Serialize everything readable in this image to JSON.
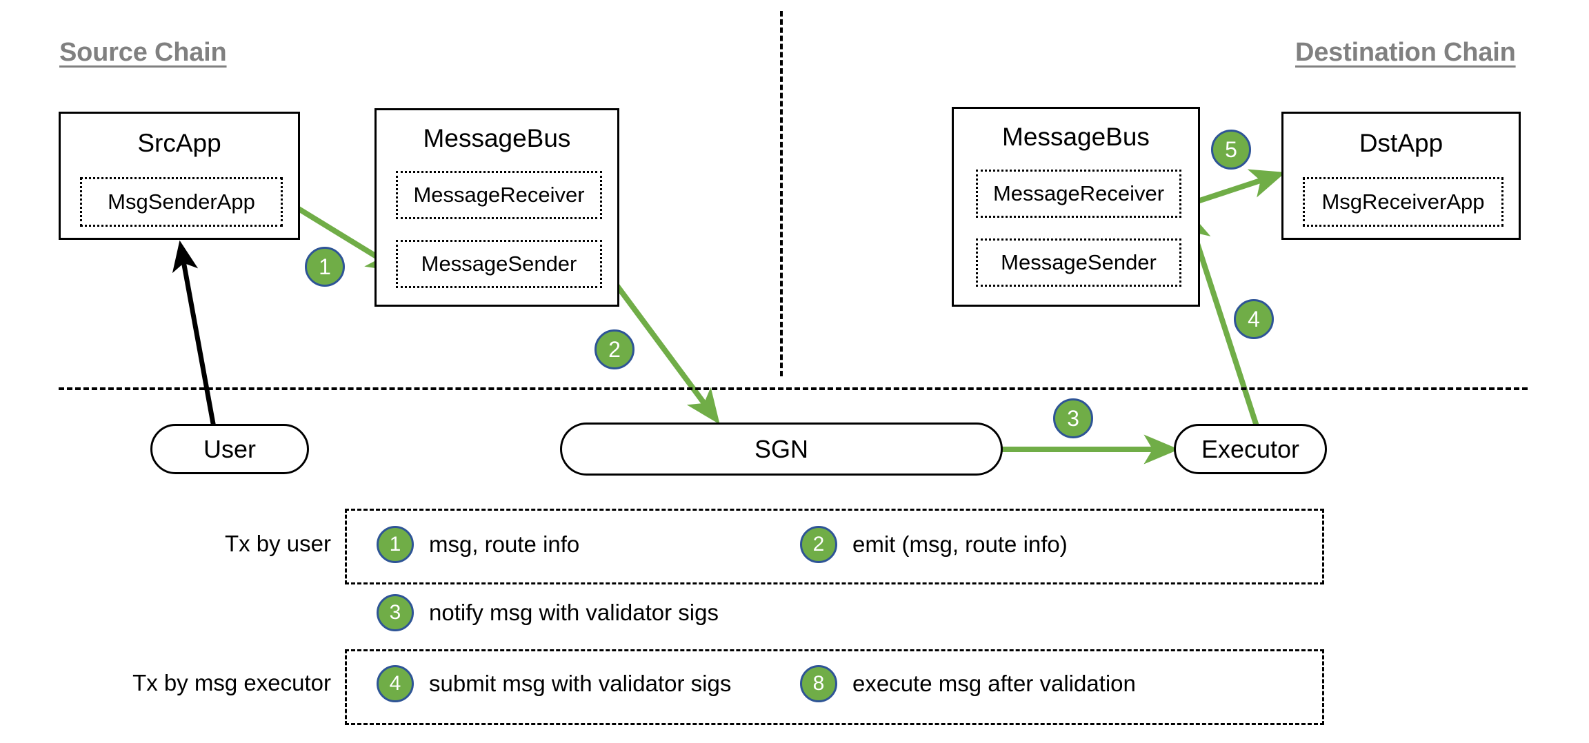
{
  "chains": {
    "source_label": "Source Chain",
    "destination_label": "Destination Chain"
  },
  "nodes": {
    "src_app": {
      "title": "SrcApp",
      "inner": [
        "MsgSenderApp"
      ]
    },
    "src_message_bus": {
      "title": "MessageBus",
      "inner": [
        "MessageReceiver",
        "MessageSender"
      ]
    },
    "dst_message_bus": {
      "title": "MessageBus",
      "inner": [
        "MessageReceiver",
        "MessageSender"
      ]
    },
    "dst_app": {
      "title": "DstApp",
      "inner": [
        "MsgReceiverApp"
      ]
    },
    "user": {
      "title": "User"
    },
    "sgn": {
      "title": "SGN"
    },
    "executor": {
      "title": "Executor"
    }
  },
  "flow_badges": {
    "step1": "1",
    "step2": "2",
    "step3": "3",
    "step4": "4",
    "step5": "5"
  },
  "legend": {
    "row1_label": "Tx by user",
    "row2_label": "Tx by msg executor",
    "items": [
      {
        "num": "1",
        "text": "msg, route info"
      },
      {
        "num": "2",
        "text": "emit (msg, route info)"
      },
      {
        "num": "3",
        "text": "notify msg with validator sigs"
      },
      {
        "num": "4",
        "text": "submit msg with validator sigs"
      },
      {
        "num": "8",
        "text": "execute msg after validation"
      }
    ]
  },
  "colors": {
    "badge_fill": "#70AD47",
    "badge_stroke": "#2E5496",
    "arrow_green": "#70AD47",
    "arrow_black": "#000000",
    "chain_title": "#808080"
  }
}
